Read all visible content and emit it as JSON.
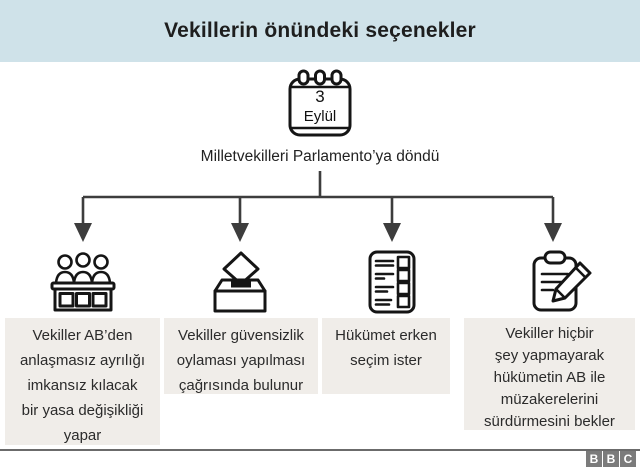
{
  "title": "Vekillerin önündeki seçenekler",
  "calendar": {
    "day": "3",
    "month": "Eylül"
  },
  "intro_text": "Milletvekilleri Parlamento’ya döndü",
  "options": [
    {
      "icon": "parliament-bench-icon",
      "text": "Vekiller AB’den\nanlaşmasız ayrılığı\nimkansız kılacak\nbir yasa değişikliği\nyapar"
    },
    {
      "icon": "ballot-box-icon",
      "text": "Vekiller güvensizlik\noylaması yapılması\nçağrısında bulunur"
    },
    {
      "icon": "ballot-paper-icon",
      "text": "Hükümet erken\nseçim ister"
    },
    {
      "icon": "clipboard-pencil-icon",
      "text": "Vekiller hiçbir\nşey yapmayarak\nhükümetin AB ile\nmüzakerelerini\nsürdürmesini bekler"
    }
  ],
  "footer": {
    "logo": [
      "B",
      "B",
      "C"
    ]
  },
  "colors": {
    "header_bg": "#cfe2e9",
    "block_bg": "#f0ede9",
    "line": "#3d3d3d",
    "icon": "#151515",
    "logo_gray": "#7b7b7b"
  }
}
